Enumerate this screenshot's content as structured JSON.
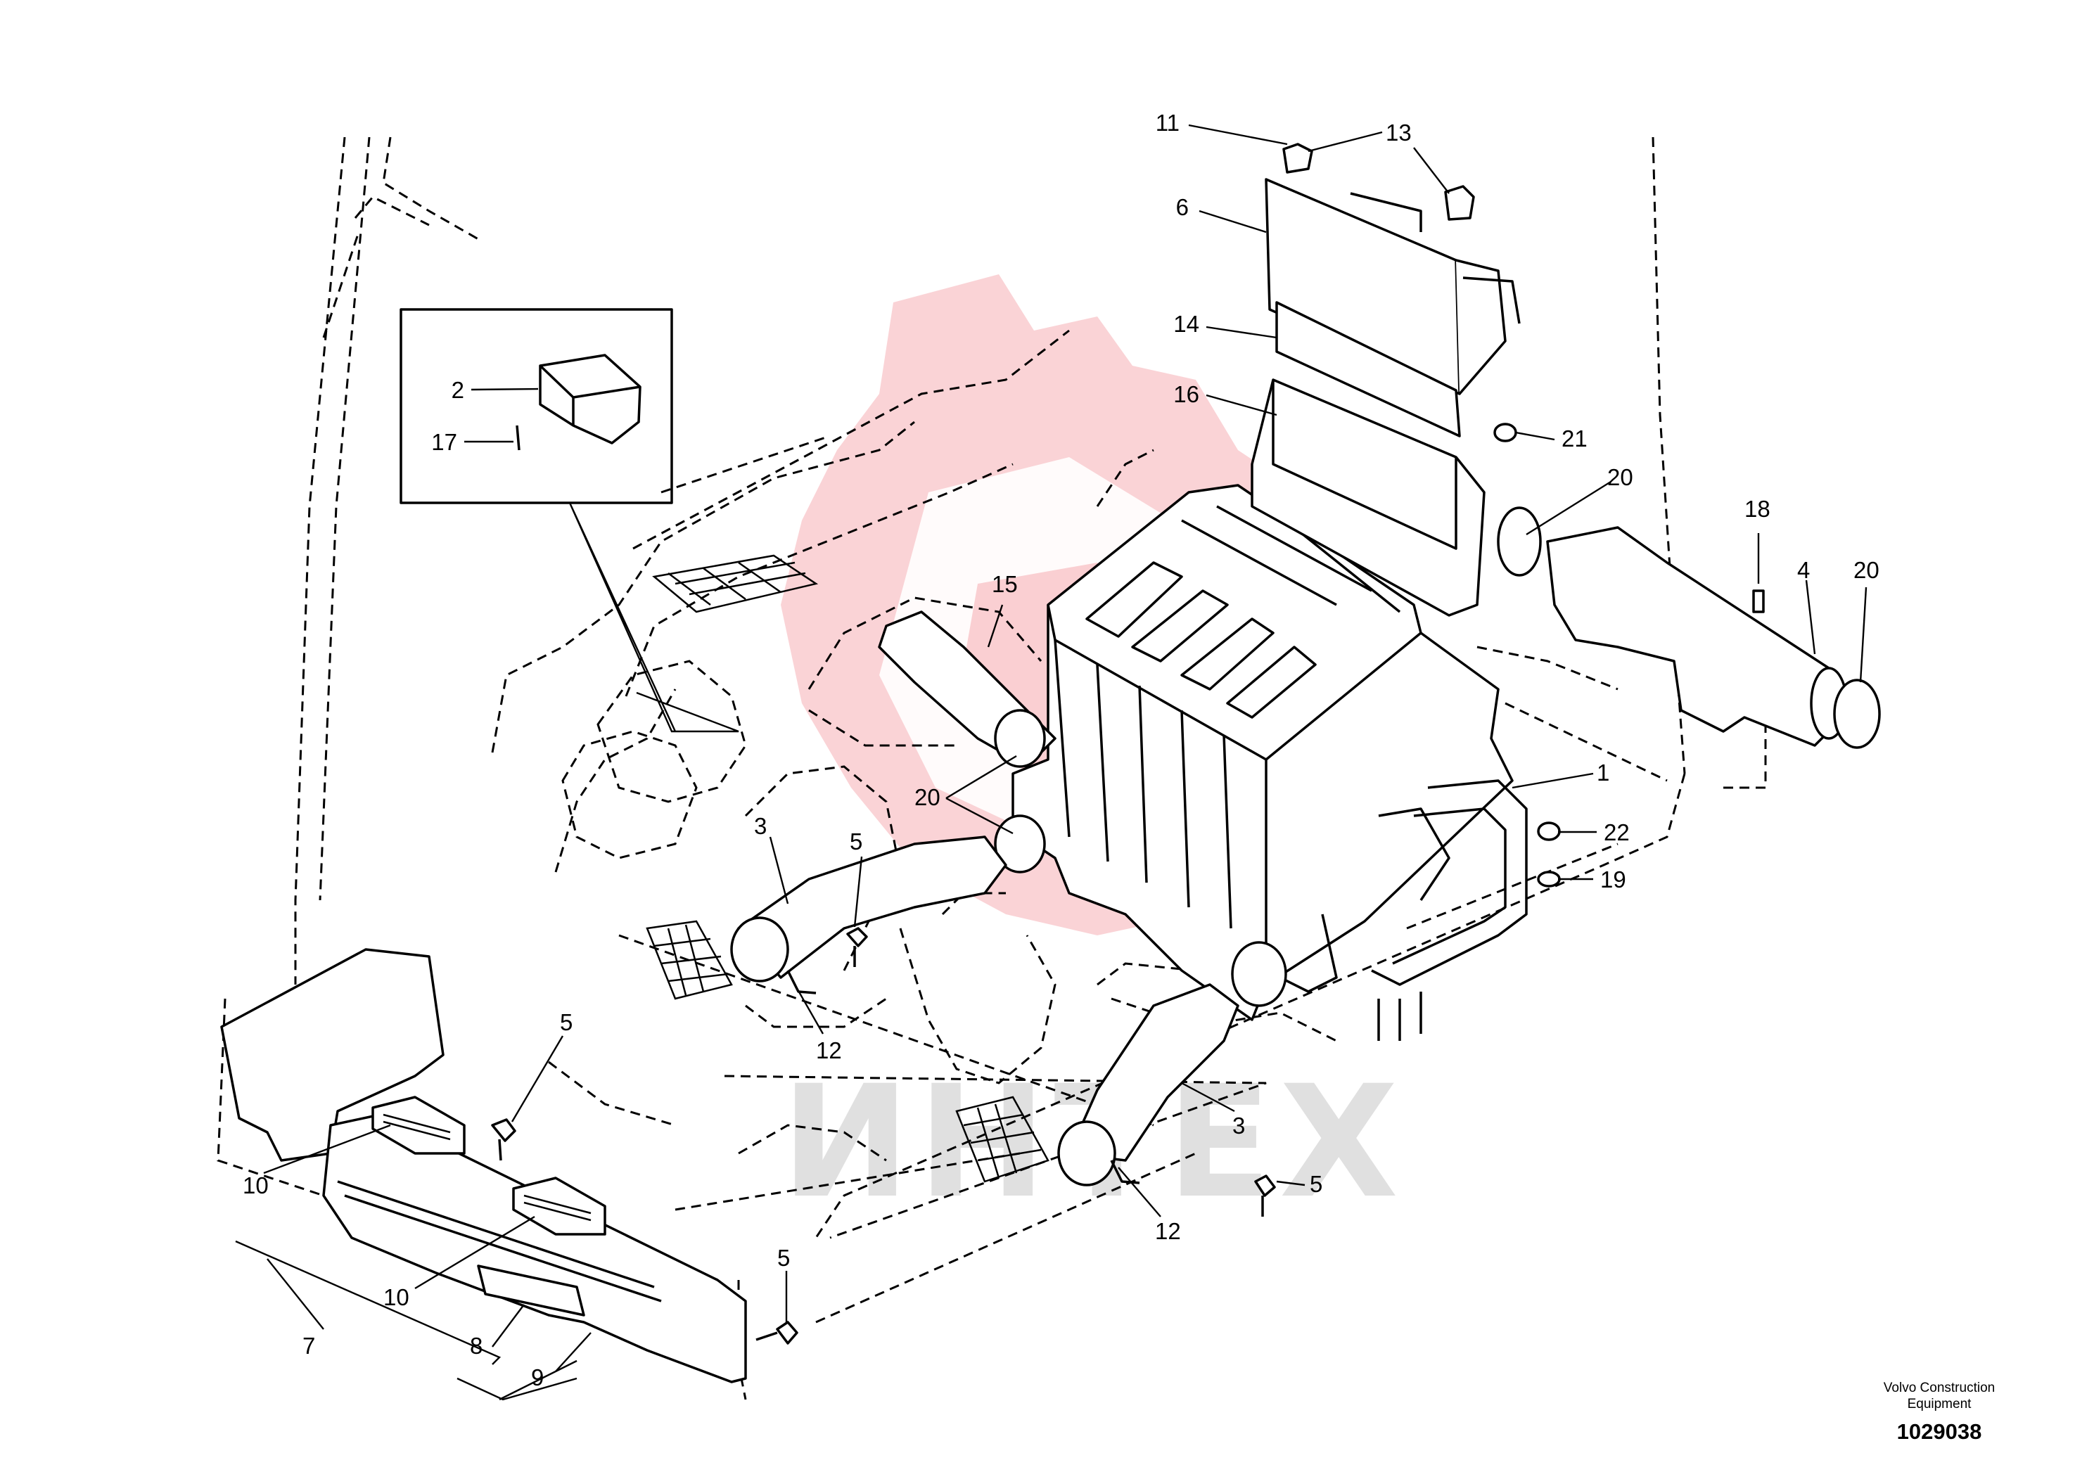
{
  "watermark": {
    "text": "ИНТЕХ",
    "color": "#e50a1a"
  },
  "footer": {
    "brand_line1": "Volvo Construction",
    "brand_line2": "Equipment",
    "drawing_number": "1029038"
  },
  "callouts": [
    {
      "id": "c11",
      "label": "11"
    },
    {
      "id": "c13",
      "label": "13"
    },
    {
      "id": "c6",
      "label": "6"
    },
    {
      "id": "c14",
      "label": "14"
    },
    {
      "id": "c16",
      "label": "16"
    },
    {
      "id": "c21",
      "label": "21"
    },
    {
      "id": "c20a",
      "label": "20"
    },
    {
      "id": "c18",
      "label": "18"
    },
    {
      "id": "c4",
      "label": "4"
    },
    {
      "id": "c20b",
      "label": "20"
    },
    {
      "id": "c2",
      "label": "2"
    },
    {
      "id": "c17",
      "label": "17"
    },
    {
      "id": "c15",
      "label": "15"
    },
    {
      "id": "c1",
      "label": "1"
    },
    {
      "id": "c22",
      "label": "22"
    },
    {
      "id": "c19",
      "label": "19"
    },
    {
      "id": "c20c",
      "label": "20"
    },
    {
      "id": "c3a",
      "label": "3"
    },
    {
      "id": "c5a",
      "label": "5"
    },
    {
      "id": "c12a",
      "label": "12"
    },
    {
      "id": "c5b",
      "label": "5"
    },
    {
      "id": "c3b",
      "label": "3"
    },
    {
      "id": "c5c",
      "label": "5"
    },
    {
      "id": "c12b",
      "label": "12"
    },
    {
      "id": "c10a",
      "label": "10"
    },
    {
      "id": "c10b",
      "label": "10"
    },
    {
      "id": "c5d",
      "label": "5"
    },
    {
      "id": "c7",
      "label": "7"
    },
    {
      "id": "c8",
      "label": "8"
    },
    {
      "id": "c9",
      "label": "9"
    }
  ]
}
